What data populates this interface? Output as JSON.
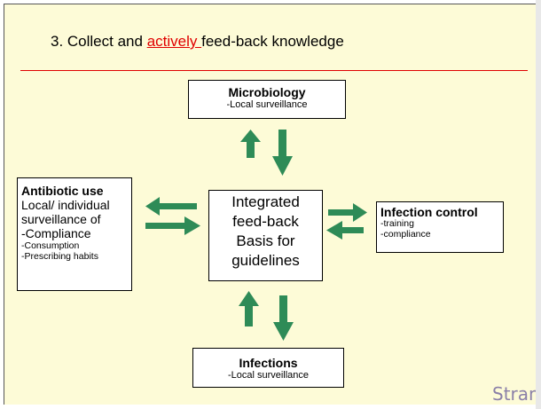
{
  "slide": {
    "heading_prefix": "3. Collect and ",
    "heading_highlight": "actively ",
    "heading_suffix": "feed-back knowledge"
  },
  "microbiology": {
    "title": "Microbiology",
    "lines": [
      "-Local surveillance"
    ]
  },
  "infections": {
    "title": "Infections",
    "lines": [
      "-Local surveillance"
    ]
  },
  "antibiotic_use": {
    "title": "Antibiotic use",
    "main_lines": [
      "Local/ individual",
      "surveillance of",
      "-Compliance"
    ],
    "sub_lines": [
      "-Consumption",
      "-Prescribing habits"
    ]
  },
  "infection_control": {
    "title": "Infection control",
    "lines": [
      "-training",
      "-compliance"
    ]
  },
  "center": {
    "lines": [
      "Integrated",
      "feed-back",
      "Basis for",
      "guidelines"
    ]
  },
  "logo": {
    "text": "Strama"
  },
  "colors": {
    "arrow": "#2e8b57",
    "accent_red": "#e00000",
    "background": "#fdfbd7"
  }
}
